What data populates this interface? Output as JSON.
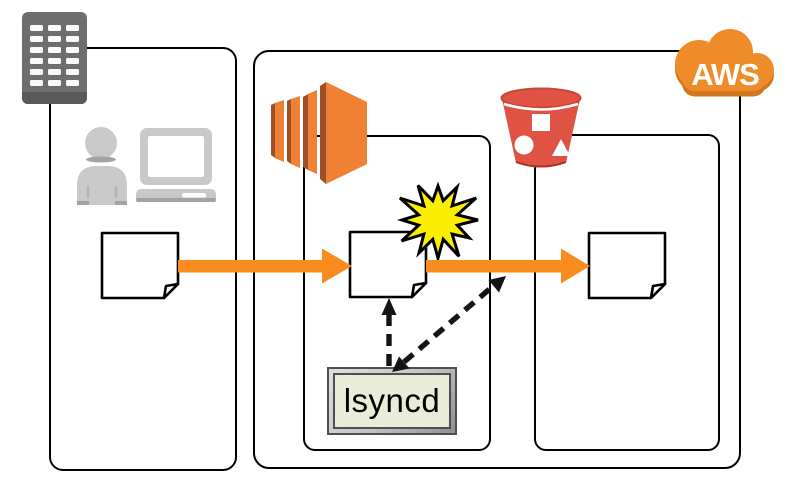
{
  "labels": {
    "lsyncd": "lsyncd",
    "aws": "AWS"
  },
  "colors": {
    "outline": "#000000",
    "dash_black": "#141414",
    "arrow_orange": "#F98C1C",
    "ec2_orange": "#F08034",
    "ec2_dark": "#9D5025",
    "s3_red": "#E05243",
    "s3_dark": "#A53528",
    "cloud_orange": "#EE8C2A",
    "cloud_dark": "#D0761C",
    "building_gray": "#6E6E6E",
    "building_dark": "#585858",
    "window_white": "#FAFAFA",
    "icon_light_gray": "#C9C9C9",
    "icon_dark_gray": "#A3A3A3",
    "starburst_yellow": "#FBEE00",
    "lsyncd_fill": "#E9EDD8"
  },
  "icons": {
    "building": "office-building glyph (dark gray, white windows)",
    "user": "person silhouette glyph",
    "laptop": "laptop computer glyph",
    "ec2": "AWS EC2 stacked-planes glyph (orange)",
    "s3_bucket": "AWS S3 bucket glyph (red, square/circle/triangle)",
    "aws_cloud": "orange cloud with AWS wordmark",
    "file": "document page with folded corner",
    "explosion": "yellow starburst change-event marker",
    "sync_arrows": "orange solid transfer arrows, black dashed lsyncd arrows"
  }
}
